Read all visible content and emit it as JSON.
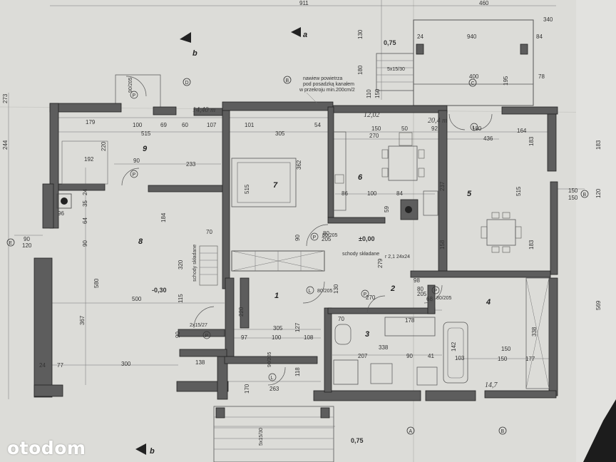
{
  "watermark": "otodom",
  "rooms": [
    "1",
    "2",
    "3",
    "4",
    "5",
    "6",
    "7",
    "8",
    "9"
  ],
  "section_marks": {
    "a": "a",
    "b_top": "b",
    "b_bottom": "b"
  },
  "axes": {
    "A": "A",
    "B": "B",
    "C": "C",
    "D": "D",
    "E": "E"
  },
  "levels": {
    "main": "±0,00",
    "entry": "-0,30",
    "top_terrace": "0,75",
    "bottom_terrace": "0,75"
  },
  "stairs": {
    "folding": "schody składane",
    "top": "5x15/30",
    "bottom": "5x15/30",
    "right_note": "schody składane"
  },
  "vent_note": [
    "nawiew powietrza",
    "pod posadzką kanałem",
    "w przekroju min.200cm/2"
  ],
  "handwritten": [
    "14,40 m",
    "12,02",
    "20,4 m",
    "14,7"
  ],
  "dims_top": [
    "911",
    "460",
    "940",
    "400",
    "340",
    "24",
    "84",
    "78",
    "130",
    "180",
    "150",
    "110",
    "195"
  ],
  "dims_row1": [
    "179",
    "100",
    "69",
    "60",
    "107",
    "101",
    "305",
    "54",
    "150",
    "50",
    "92",
    "180",
    "436",
    "164",
    "183"
  ],
  "dims_row2": [
    "515",
    "270"
  ],
  "dims_left": [
    "244",
    "273",
    "90",
    "120"
  ],
  "dims_room9": [
    "192",
    "220",
    "90",
    "233"
  ],
  "dims_room8": [
    "96",
    "64",
    "35",
    "24",
    "90",
    "580",
    "367",
    "500",
    "300",
    "77",
    "24",
    "184",
    "320",
    "115",
    "90",
    "220"
  ],
  "dims_room7": [
    "515",
    "362",
    "90",
    "70"
  ],
  "dims_room6": [
    "86",
    "100",
    "84",
    "59",
    "237",
    "279",
    "158"
  ],
  "dims_room5": [
    "515",
    "150",
    "150",
    "120",
    "183",
    "183"
  ],
  "dims_room1": [
    "305",
    "97",
    "100",
    "127",
    "108",
    "138",
    "170",
    "263",
    "118"
  ],
  "dims_room2": [
    "80",
    "205",
    "270",
    "130",
    "80",
    "205",
    "98",
    "68"
  ],
  "dims_room3": [
    "70",
    "178",
    "338",
    "207",
    "90",
    "41",
    "103",
    "142",
    "150"
  ],
  "dims_room4": [
    "338",
    "150",
    "177",
    "569"
  ],
  "door_labels": [
    "P",
    "P",
    "P",
    "P",
    "P",
    "P",
    "L",
    "L",
    "L"
  ],
  "door_dims": [
    "80/205",
    "80/205",
    "80/205",
    "90/205",
    "90/205",
    "2x15/27",
    "r 2,1 24x24"
  ]
}
